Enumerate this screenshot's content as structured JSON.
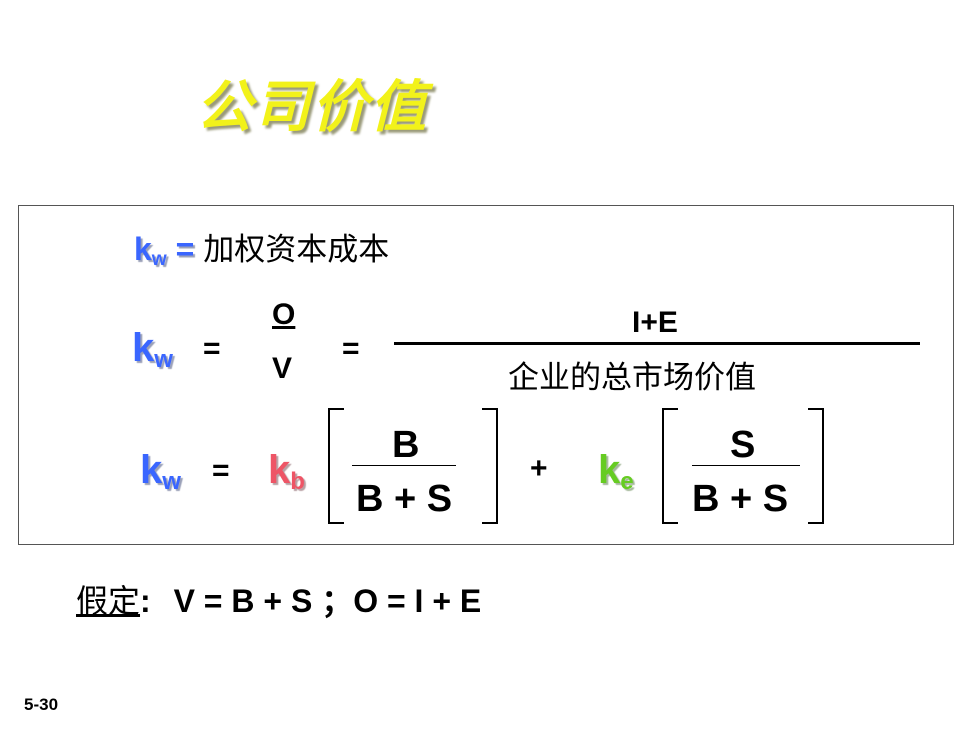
{
  "title": "公司价值",
  "definition": {
    "k": "k",
    "sub": "w",
    "eq": "=",
    "text": "加权资本成本"
  },
  "formula1": {
    "k": "k",
    "sub": "w",
    "eq1": "=",
    "num": "O",
    "den": "V",
    "eq2": "=",
    "num2": "I+E",
    "den2": "企业的总市场价值"
  },
  "formula2": {
    "k": "k",
    "sub": "w",
    "eq": "=",
    "kb": "k",
    "kb_sub": "b",
    "frac1_num": "B",
    "frac1_den": "B + S",
    "plus": "+",
    "ke": "k",
    "ke_sub": "e",
    "frac2_num": "S",
    "frac2_den": "B + S"
  },
  "assumption": {
    "label": "假定",
    "colon": ":",
    "formula": "V = B + S ；O = I + E"
  },
  "slide_number": "5-30",
  "colors": {
    "title": "#f2f21a",
    "kw": "#3a66ff",
    "kb": "#ee5566",
    "ke": "#66cc22"
  }
}
